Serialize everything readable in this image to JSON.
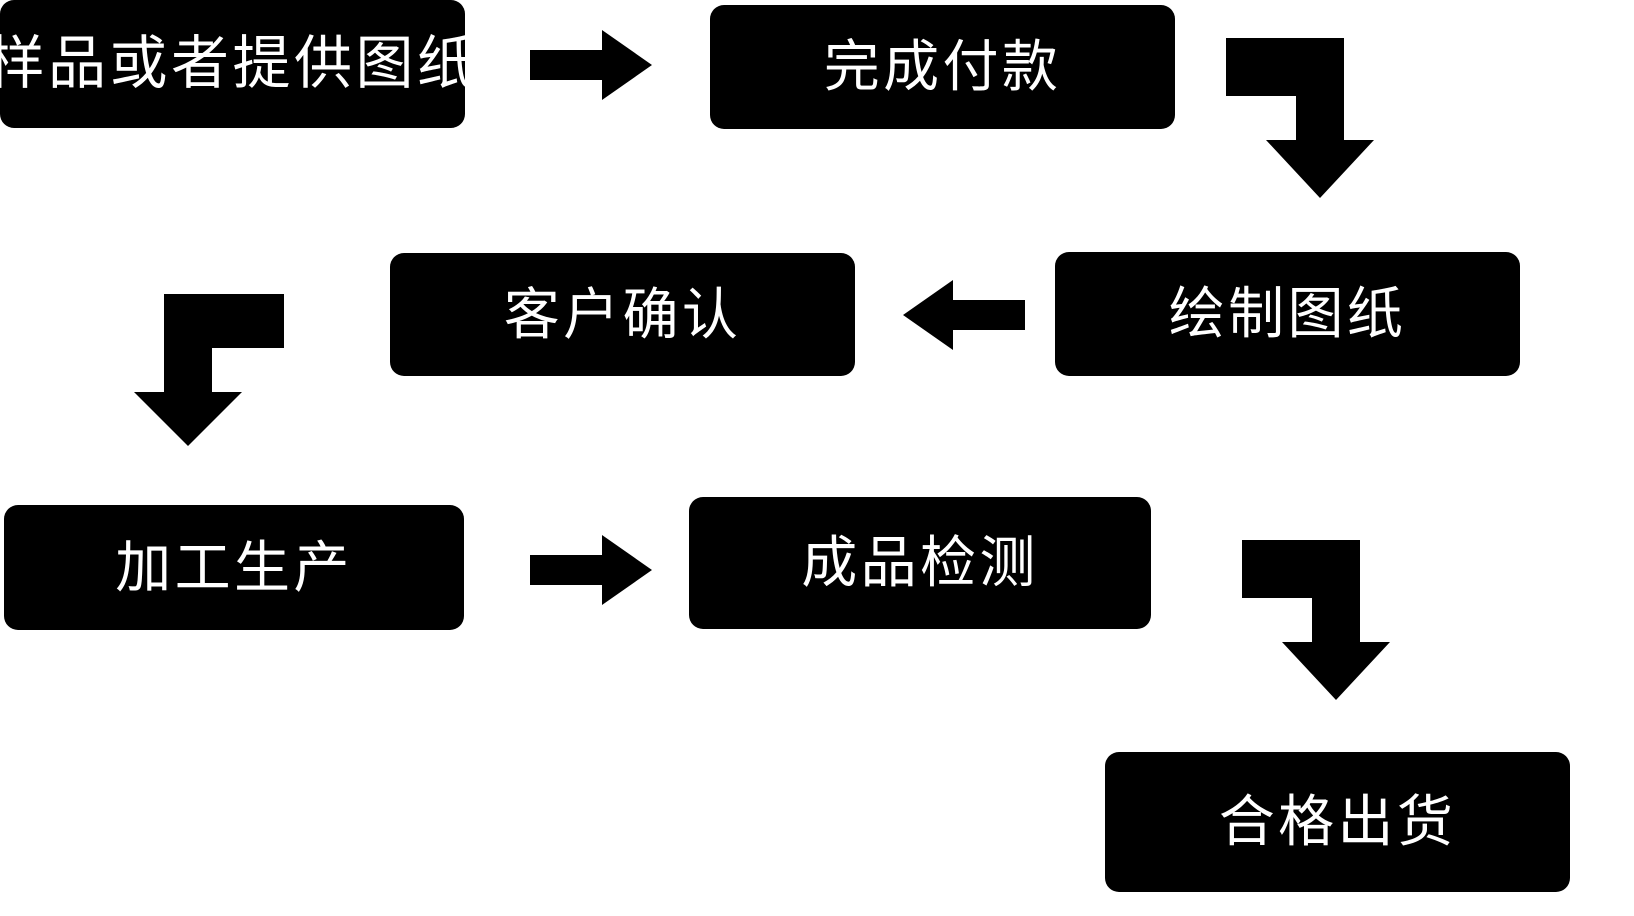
{
  "diagram": {
    "title": "",
    "type": "process-flowchart",
    "background_color": "#ffffff",
    "node_color": "#000000",
    "node_text_color": "#ffffff",
    "arrow_color": "#000000",
    "nodes": [
      {
        "id": "n1",
        "label": "样品或者提供图纸",
        "order": 1
      },
      {
        "id": "n2",
        "label": "完成付款",
        "order": 2
      },
      {
        "id": "n3",
        "label": "绘制图纸",
        "order": 3
      },
      {
        "id": "n4",
        "label": "客户确认",
        "order": 4
      },
      {
        "id": "n5",
        "label": "加工生产",
        "order": 5
      },
      {
        "id": "n6",
        "label": "成品检测",
        "order": 6
      },
      {
        "id": "n7",
        "label": "合格出货",
        "order": 7
      }
    ],
    "connectors": [
      {
        "id": "a1",
        "from": "n1",
        "to": "n2",
        "shape": "straight",
        "direction": "right"
      },
      {
        "id": "a2",
        "from": "n2",
        "to": "n3",
        "shape": "elbow",
        "direction": "right-then-down"
      },
      {
        "id": "a3",
        "from": "n3",
        "to": "n4",
        "shape": "straight",
        "direction": "left"
      },
      {
        "id": "a4",
        "from": "n4",
        "to": "n5",
        "shape": "elbow",
        "direction": "left-then-down"
      },
      {
        "id": "a5",
        "from": "n5",
        "to": "n6",
        "shape": "straight",
        "direction": "right"
      },
      {
        "id": "a6",
        "from": "n6",
        "to": "n7",
        "shape": "elbow",
        "direction": "right-then-down"
      }
    ]
  }
}
